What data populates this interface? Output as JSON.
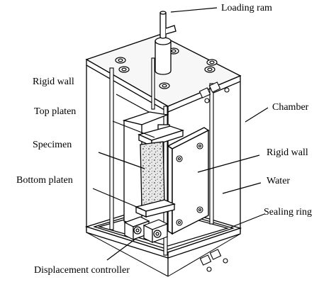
{
  "labels": {
    "loading_ram": "Loading ram",
    "rigid_wall_left": "Rigid wall",
    "chamber": "Chamber",
    "top_platen": "Top platen",
    "specimen": "Specimen",
    "rigid_wall_right": "Rigid wall",
    "water": "Water",
    "bottom_platen": "Bottom platen",
    "sealing_ring": "Sealing ring",
    "displacement_controller": "Displacement controller"
  },
  "colors": {
    "line": "#000000",
    "chamber_fill": "#ffffff",
    "lid_fill": "#f7f7f7",
    "specimen_fill": "#dcdcdc"
  }
}
